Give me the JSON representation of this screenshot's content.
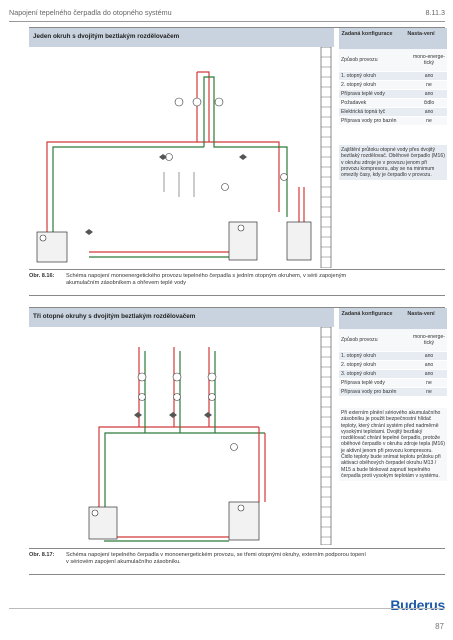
{
  "header": {
    "title": "Napojení tepelného čerpadla do otopného systému",
    "section": "8.11.3"
  },
  "panels": [
    {
      "title": "Jeden okruh s dvojitým beztlakým rozdělovačem",
      "config_headers": [
        "Zadaná konfigurace",
        "Nasta-vení"
      ],
      "config_rows": [
        {
          "key": "Způsob provozu",
          "value": "mono-energe-tický"
        },
        {
          "key": "1. otopný okruh",
          "value": "ano"
        },
        {
          "key": "2. otopný okruh",
          "value": "ne"
        },
        {
          "key": "Příprava teplé vody",
          "value": "ano"
        },
        {
          "key": "Požadavek",
          "value": "čidlo"
        },
        {
          "key": "Elektrická topná tyč",
          "value": "ano"
        },
        {
          "key": "Příprava vody pro bazén",
          "value": "ne"
        }
      ],
      "note": "Zajištění průtoku otopné vody přes dvojitý beztlaký rozdělovač. Oběhové čerpadlo (M16) v okruhu zdroje je v provozu jenom při provozu kompresoru, aby se na minimum omezily časy, kdy je čerpadlo v provozu.",
      "caption_label": "Obr. 8.16:",
      "caption_text": "Schéma napojení monoenergetického provozu tepelného čerpadla s jedním otopným okruhem, v sérii zapojeným akumulačním zásobníkem a ohřevem teplé vody"
    },
    {
      "title": "Tři otopné okruhy s dvojitým beztlakým rozdělovačem",
      "config_headers": [
        "Zadaná konfigurace",
        "Nasta-vení"
      ],
      "config_rows": [
        {
          "key": "Způsob provozu",
          "value": "mono-energe-tický"
        },
        {
          "key": "1. otopný okruh",
          "value": "ano"
        },
        {
          "key": "2. otopný okruh",
          "value": "ano"
        },
        {
          "key": "3. otopný okruh",
          "value": "ano"
        },
        {
          "key": "Příprava teplé vody",
          "value": "ne"
        },
        {
          "key": "Příprava vody pro bazén",
          "value": "ne"
        }
      ],
      "note": "Při externím plnění sériového akumulačního zásobníku je použit bezpečnostní hlídač teploty, který chrání systém před nadměrně vysokými teplotami. Dvojitý beztlaký rozdělovač chrání tepelné čerpadlo, protože oběhové čerpadlo v okruhu zdroje tepla (M16) je aktivní jenom při provozu kompresoru. Čidlo teploty bude snímat teplotu průtoku při aktivaci oběhových čerpadel okruhu M13 / M15 a bude blokovat zapnutí tepelného čerpadla proti vysokým teplotám v systému.",
      "caption_label": "Obr. 8.17:",
      "caption_text": "Schéma napojení tepelného čerpadla v monoenergetickém provozu, se třemi otopnými okruhy, externím podporou topení v sériovém zapojení akumulačního zásobníku."
    }
  ],
  "footer": {
    "brand": "Buderus",
    "page": "87"
  },
  "colors": {
    "panel_head": "#c9d3df",
    "supply_pipe": "#d23a3a",
    "return_pipe": "#2d7a3a",
    "brand": "#1e5aa8"
  }
}
